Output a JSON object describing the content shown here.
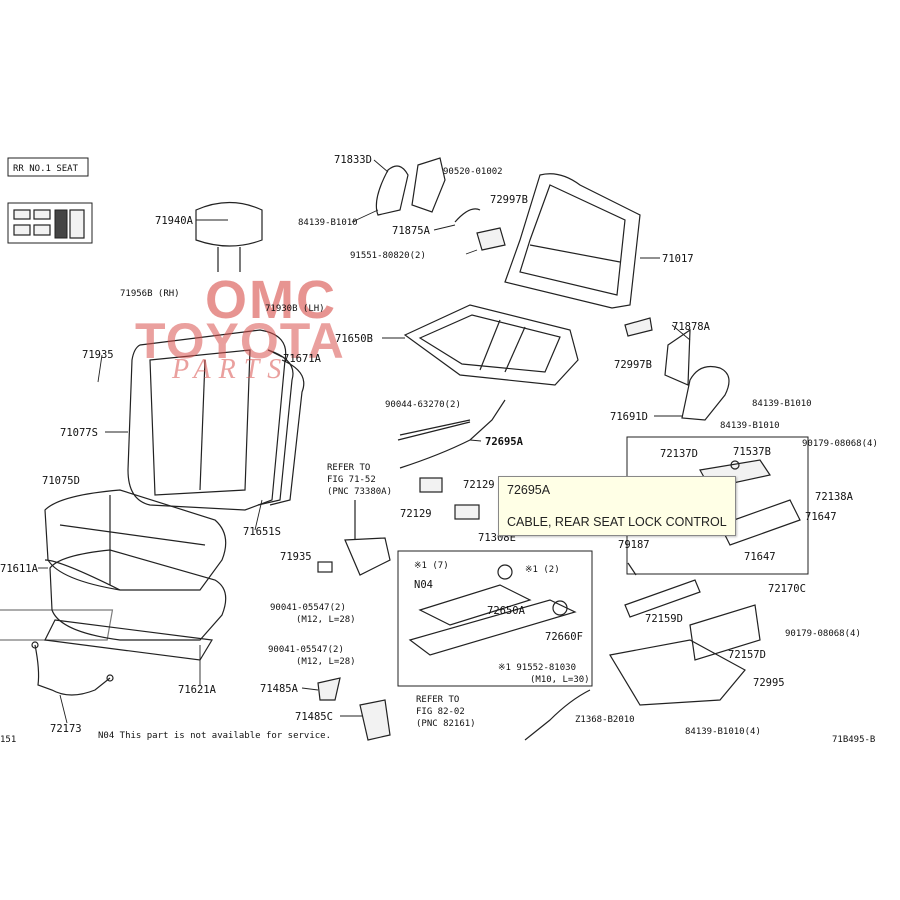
{
  "header": {
    "code": "RR NO.1 SEAT"
  },
  "watermark": {
    "line1": "OMC",
    "line2": "TOYOTA",
    "line3": "PARTS"
  },
  "tooltip": {
    "code": "72695A",
    "description": "CABLE, REAR SEAT LOCK CONTROL"
  },
  "labels": {
    "p71833D": "71833D",
    "p90520": "90520-01002",
    "p84139a": "84139-B1010",
    "p72997B": "72997B",
    "p71875A": "71875A",
    "p91551": "91551-80820(2)",
    "p71017": "71017",
    "p71940A": "71940A",
    "p71956B": "71956B (RH)",
    "p71930B": "71930B (LH)",
    "p71650B": "71650B",
    "p71878A": "71878A",
    "p72997B2": "72997B",
    "p71935": "71935",
    "p71671A": "71671A",
    "p84139b": "84139-B1010",
    "p71691D": "71691D",
    "p84139c": "84139-B1010",
    "p90044": "90044-63270(2)",
    "p72695A": "72695A",
    "p71077S": "71077S",
    "p72137D": "72137D",
    "p71537B": "71537B",
    "p90179a": "90179-08068(4)",
    "refer1": "REFER TO",
    "refer1b": "FIG 71-52",
    "refer1c": "(PNC 73380A)",
    "p72129a": "72129",
    "p71075D": "71075D",
    "p72129b": "72129",
    "p71651S": "71651S",
    "p72138A": "72138A",
    "p71647a": "71647",
    "p71308E": "71308E",
    "p71647b": "71647",
    "p79187": "79187",
    "p71611A": "71611A",
    "p71935b": "71935",
    "p71x1": "※1 (7)",
    "p71x2": "※1 (2)",
    "p72170C": "72170C",
    "pN04": "N04",
    "p72650A": "72650A",
    "p90041a": "90041-05547(2)",
    "p90041a2": "(M12, L=28)",
    "p72159D": "72159D",
    "p72660F": "72660F",
    "p90179b": "90179-08068(4)",
    "p90041b": "90041-05547(2)",
    "p90041b2": "(M12, L=28)",
    "p91552": "※1 91552-81030",
    "p91552b": "(M10, L=30)",
    "p72157D": "72157D",
    "p71621A": "71621A",
    "p71485A": "71485A",
    "p72995": "72995",
    "refer2": "REFER TO",
    "refer2b": "FIG 82-02",
    "refer2c": "(PNC 82161)",
    "p71485C": "71485C",
    "p72173": "72173",
    "p82010": "Z1368-B2010",
    "p84139d": "84139-B1010(4)",
    "left_edge": "151",
    "note": "N04  This part is not available for service.",
    "fig_id": "71B495-B"
  }
}
